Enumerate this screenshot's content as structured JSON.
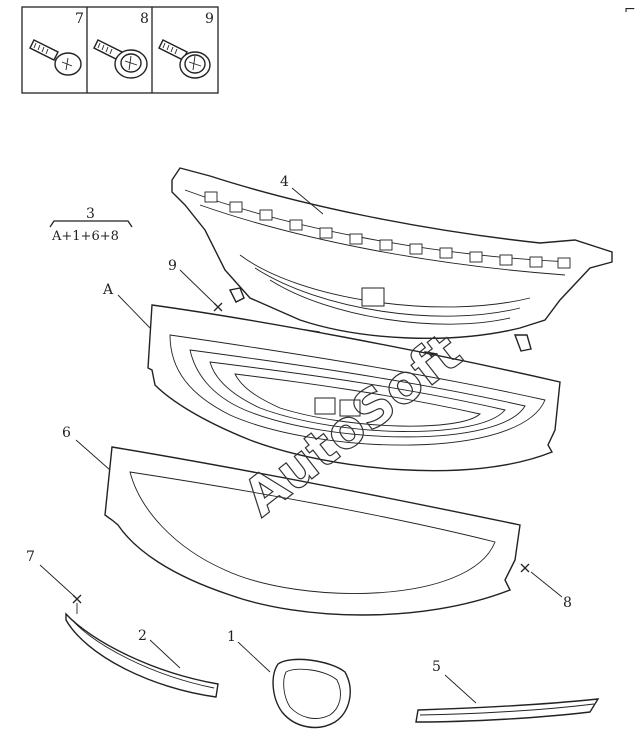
{
  "screw_inset": {
    "cells": [
      {
        "label": "7",
        "icon": "pan-head-screw-icon"
      },
      {
        "label": "8",
        "icon": "washer-head-screw-icon"
      },
      {
        "label": "9",
        "icon": "flange-head-screw-icon"
      }
    ]
  },
  "assembly_formula": {
    "number": "3",
    "components": "A+1+6+8"
  },
  "callouts": {
    "c1": "1",
    "c2": "2",
    "c4": "4",
    "c5": "5",
    "c6": "6",
    "c7": "7",
    "c8": "8",
    "c9": "9",
    "cA": "A"
  },
  "watermark": "AutoSoft",
  "corner_mark": "⌐"
}
